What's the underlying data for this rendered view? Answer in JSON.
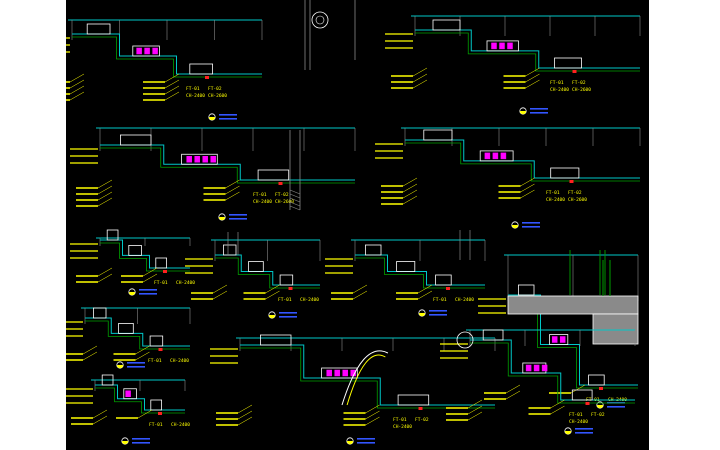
{
  "canvas": {
    "background": "#000000",
    "page_background": "#ffffff",
    "colors": {
      "dim_line": "#00c8c8",
      "callout": "#ffff00",
      "hatch": "#00a000",
      "magenta": "#ff00ff",
      "red": "#ff2020",
      "white": "#ffffff",
      "title_bar": "#3355ff",
      "grey": "#8a8a8a"
    }
  },
  "details": [
    {
      "id": "detail-1",
      "tags": [
        "FT-01",
        "FT-02",
        "CH-2400",
        "CH-2600"
      ],
      "has_title": true
    },
    {
      "id": "detail-2",
      "tags": [
        "FT-01",
        "FT-02",
        "CH-2400",
        "CH-2600"
      ],
      "has_title": true
    },
    {
      "id": "detail-3",
      "tags": [
        "FT-01",
        "FT-02",
        "CH-2400",
        "CH-2600"
      ],
      "has_title": true
    },
    {
      "id": "detail-4",
      "tags": [
        "FT-01",
        "FT-02",
        "CH-2400",
        "CH-2600"
      ],
      "has_title": true
    },
    {
      "id": "detail-5",
      "tags": [
        "FT-01",
        "CH-2400"
      ],
      "has_title": true
    },
    {
      "id": "detail-6",
      "tags": [
        "FT-01",
        "CH-2400"
      ],
      "has_title": true
    },
    {
      "id": "detail-7",
      "tags": [
        "FT-01",
        "CH-2400"
      ],
      "has_title": true
    },
    {
      "id": "detail-8",
      "tags": [
        "FT-01",
        "CH-2400"
      ],
      "has_title": true
    },
    {
      "id": "detail-9",
      "tags": [
        "FT-01",
        "CH-2400"
      ],
      "has_title": true
    },
    {
      "id": "detail-10",
      "tags": [
        "FT-01",
        "FT-02",
        "CH-2400"
      ],
      "has_title": true
    },
    {
      "id": "detail-11",
      "tags": [
        "FT-01",
        "CH-2400"
      ],
      "has_title": true
    },
    {
      "id": "detail-12",
      "tags": [
        "FT-01",
        "FT-02",
        "CH-2400"
      ],
      "has_title": true
    }
  ]
}
